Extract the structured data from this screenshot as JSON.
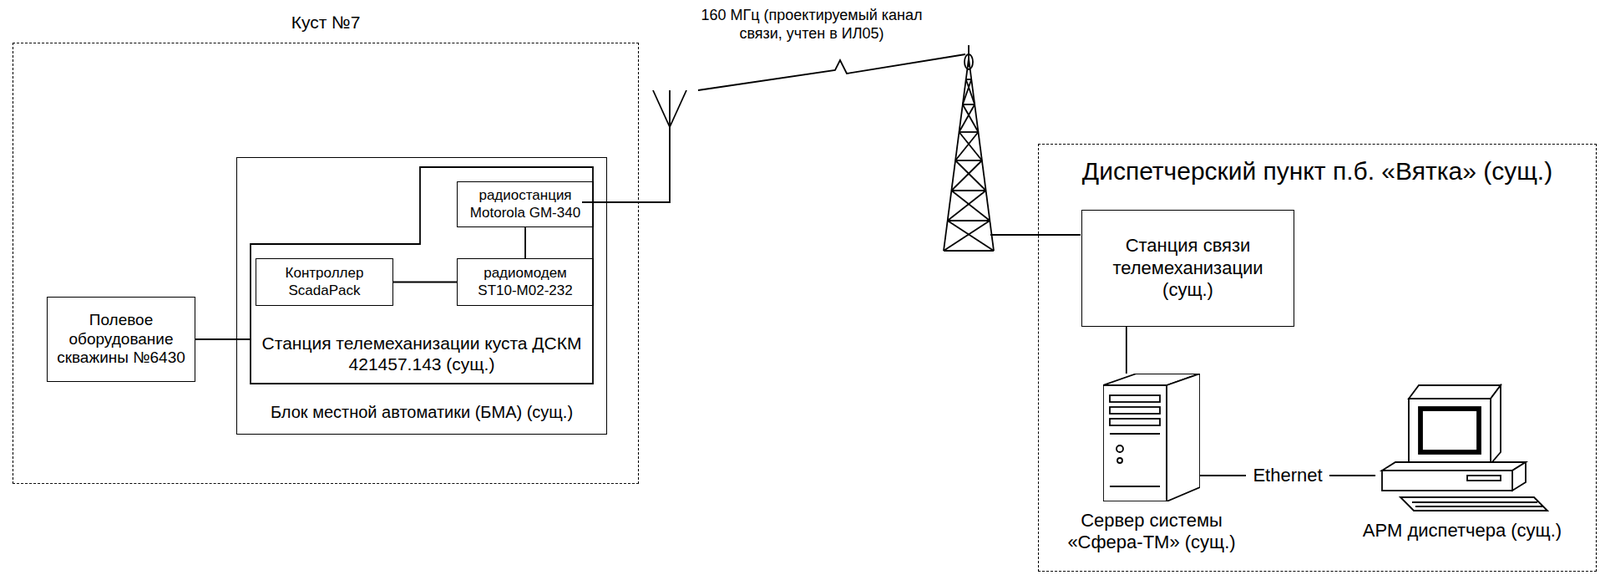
{
  "diagram": {
    "nodes": [
      {
        "text": [
          "Куст №7"
        ]
      },
      {
        "text": [
          "Полевое оборудование скважины №6430"
        ],
        "in": 0
      },
      {
        "text": [
          "Блок местной автоматики (БМА) (сущ.)"
        ],
        "in": 0
      },
      {
        "text": [
          "Станция телемеханизации куста ДСКМ 421457.143 (сущ.)"
        ],
        "in": 2
      },
      {
        "text": [
          "радиостанция Motorola GM-340"
        ],
        "in": 3
      },
      {
        "text": [
          "Контроллер ScadaPack"
        ],
        "in": 3
      },
      {
        "text": [
          "радиомодем ST10-M02-232"
        ],
        "in": 3
      },
      {
        "text": [
          "Диспетчерский пункт п.б. «Вятка» (сущ.)"
        ]
      },
      {
        "text": [
          "Станция связи телемеханизации (сущ.)"
        ],
        "in": 7
      },
      {
        "text": [
          "Сервер системы «Сфера-ТМ» (сущ.)"
        ],
        "in": 7
      },
      {
        "text": [
          "АРМ диспетчера (сущ.)"
        ],
        "in": 7
      }
    ],
    "edges": [
      {
        "from": 1,
        "to": 3,
        "arrow": "none"
      },
      {
        "from": 5,
        "to": 6,
        "arrow": "none"
      },
      {
        "from": 6,
        "to": 4,
        "arrow": "none"
      },
      {
        "from": 8,
        "to": 9,
        "arrow": "none"
      },
      {
        "from": 9,
        "to": 10,
        "label": "Ethernet",
        "arrow": "none"
      }
    ],
    "labels": [
      "160 МГц (проектируемый канал связи, учтен в ИЛ05)"
    ]
  }
}
